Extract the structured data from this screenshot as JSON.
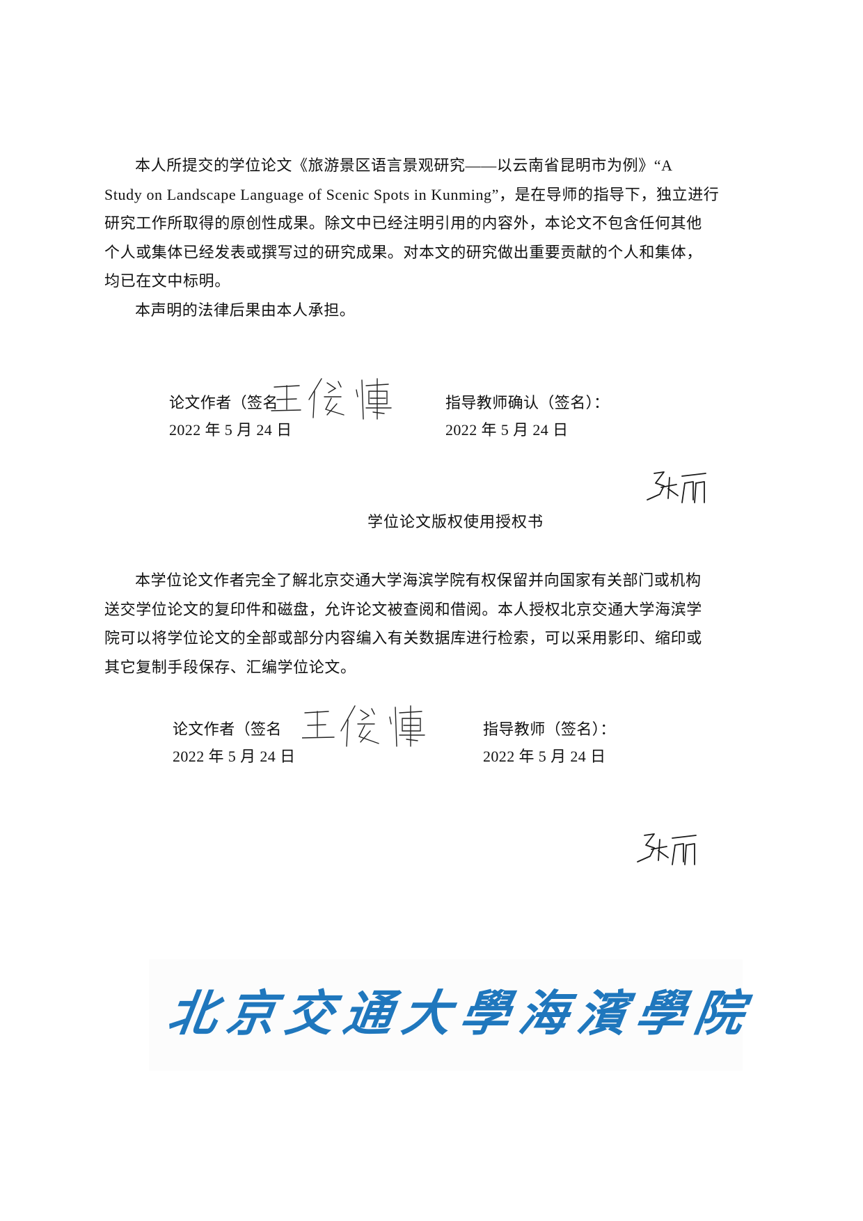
{
  "declaration": {
    "lines": [
      "本人所提交的学位论文《旅游景区语言景观研究——以云南省昆明市为例》“A",
      "Study on Landscape Language of Scenic Spots in Kunming”，是在导师的指导下，独立进行",
      "研究工作所取得的原创性成果。除文中已经注明引用的内容外，本论文不包含任何其他",
      "个人或集体已经发表或撰写过的研究成果。对本文的研究做出重要贡献的个人和集体，",
      "均已在文中标明。"
    ],
    "liability": "本声明的法律后果由本人承担。",
    "author_label": "论文作者（签名",
    "author_signature": "王俊博",
    "author_date": "2022 年 5 月 24 日",
    "advisor_label": "指导教师确认（签名）：",
    "advisor_signature": "张丽",
    "advisor_date": "2022 年 5 月 24 日"
  },
  "authorization": {
    "title": "学位论文版权使用授权书",
    "lines": [
      "本学位论文作者完全了解北京交通大学海滨学院有权保留并向国家有关部门或机构",
      "送交学位论文的复印件和磁盘，允许论文被查阅和借阅。本人授权北京交通大学海滨学",
      "院可以将学位论文的全部或部分内容编入有关数据库进行检索，可以采用影印、缩印或",
      "其它复制手段保存、汇编学位论文。"
    ],
    "author_label": "论文作者（签名",
    "author_signature": "王俊博",
    "author_date": "2022 年 5 月 24 日",
    "advisor_label": "指导教师（签名）：",
    "advisor_signature": "张丽",
    "advisor_date": "2022 年 5 月 24 日"
  },
  "logo": {
    "text": "北京交通大學海濱學院",
    "color": "#1f77bd"
  }
}
